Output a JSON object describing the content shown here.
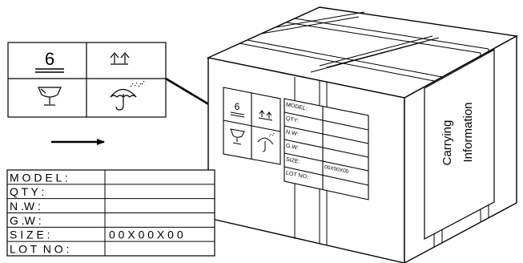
{
  "symbols_panel": {
    "stack_limit": "6",
    "symbols": [
      "this-way-up-icon",
      "fragile-glass-icon",
      "keep-dry-umbrella-icon"
    ]
  },
  "info_table": {
    "rows": [
      {
        "label": "M O D E L :",
        "value": ""
      },
      {
        "label": "Q T Y :",
        "value": ""
      },
      {
        "label": "N .W :",
        "value": ""
      },
      {
        "label": "G .W :",
        "value": ""
      },
      {
        "label": "S I Z E :",
        "value": "0 0 X 0 0 X 0 0"
      },
      {
        "label": "L O T  N O :",
        "value": ""
      }
    ]
  },
  "box_label": {
    "rows": [
      "MODEL:",
      "QTY:",
      "N.W:",
      "G.W:",
      "SIZE:",
      "LOT NO:"
    ],
    "size_value": "00X00X00"
  },
  "side_label": {
    "line1": "Carrying",
    "line2": "Information"
  }
}
